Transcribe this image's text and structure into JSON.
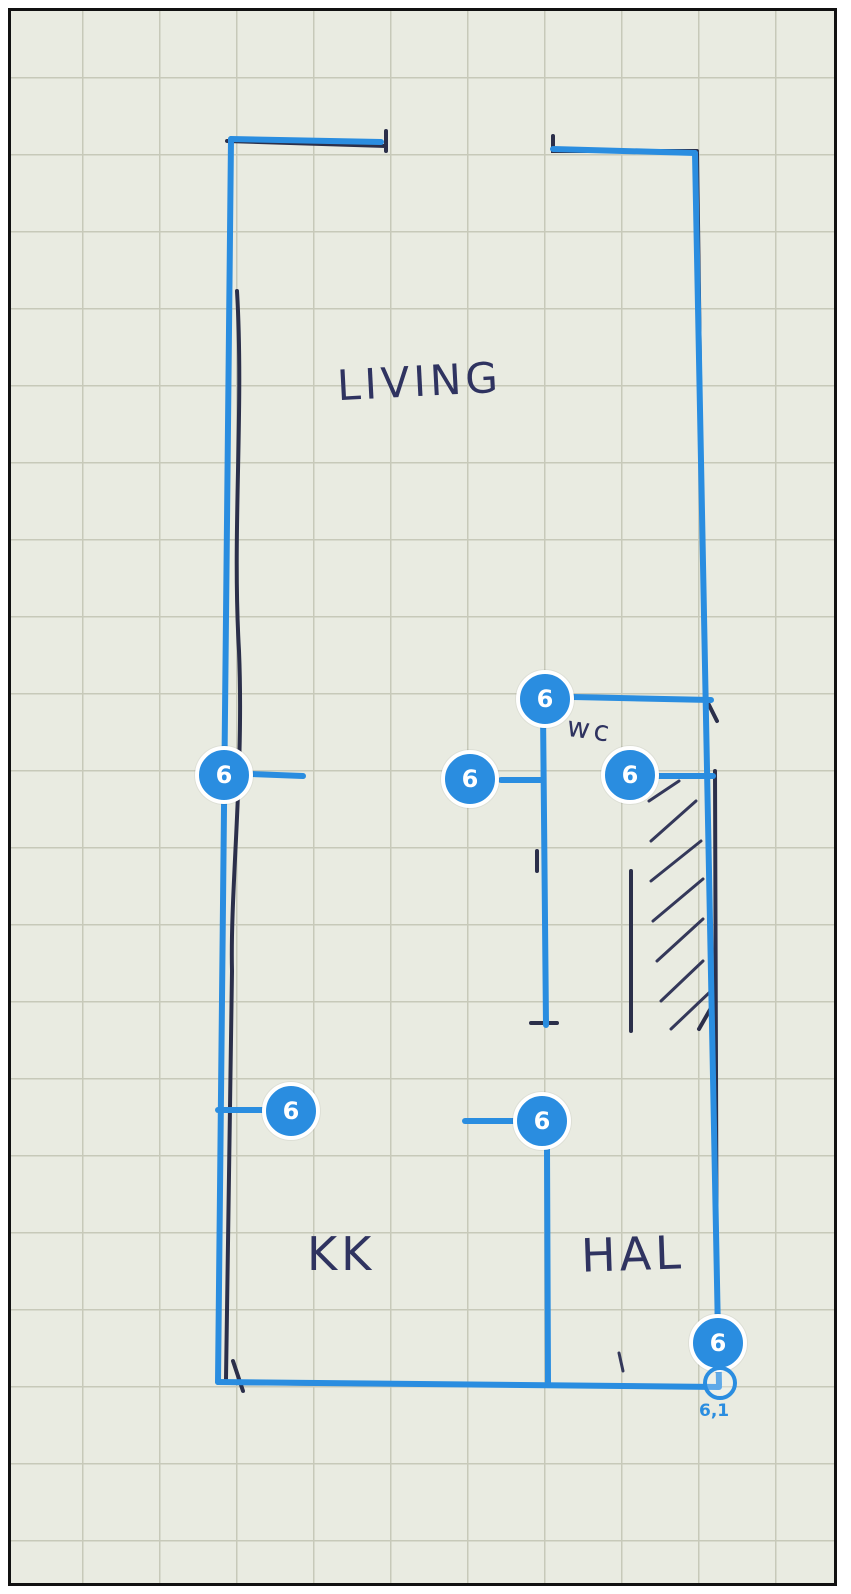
{
  "rooms": {
    "living": "LIVING",
    "wc": "wc",
    "kk": "KK",
    "hal": "HAL"
  },
  "badges": {
    "top_right_wc": "6",
    "left_living": "6",
    "wc_left": "6",
    "wc_right": "6",
    "left_kk": "6",
    "center_hal": "6",
    "corner": "6"
  },
  "corner_handle": {
    "label": "6,1"
  },
  "colors": {
    "wall_overlay": "#2a8de0",
    "ink": "#2b2f4a",
    "paper": "#e9ebe1",
    "grid": "#c7c9b9"
  },
  "icons": {
    "corner_handle": "drag-handle-icon"
  }
}
